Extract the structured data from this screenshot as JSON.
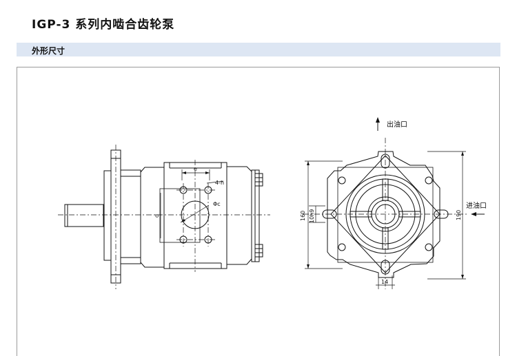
{
  "page": {
    "title": "IGP-3 系列内啮合齿轮泵",
    "section_title": "外形尺寸"
  },
  "drawing": {
    "side_view": {
      "dim_e": "e",
      "dim_holes": "4-h",
      "dim_diameter": "Φc",
      "dim_d": "d"
    },
    "front_view": {
      "outlet_label": "出油口",
      "inlet_label": "进油口",
      "dim_160": "160",
      "dim_10h9": "10h9",
      "dim_190": "190",
      "dim_14": "14"
    }
  }
}
